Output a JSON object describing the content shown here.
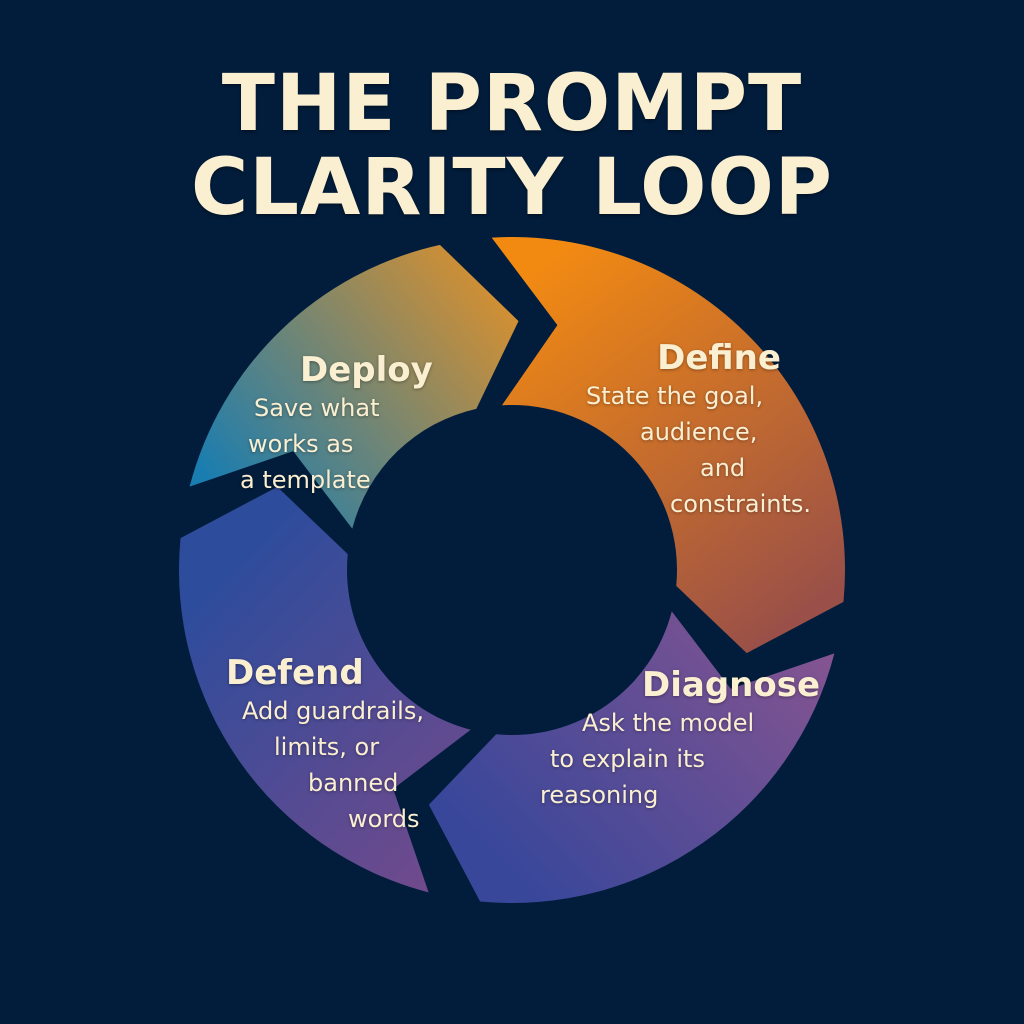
{
  "title": {
    "line1": "THE PROMPT",
    "line2": "CLARITY LOOP"
  },
  "colors": {
    "background": "#021d3b",
    "text": "#fbefd2"
  },
  "steps": [
    {
      "name": "Define",
      "description_lines": [
        "State the goal,",
        "audience,",
        "and",
        "constraints."
      ],
      "gradient": [
        "#f28a12",
        "#9a5048"
      ]
    },
    {
      "name": "Diagnose",
      "description_lines": [
        "Ask the model",
        "to explain its",
        "reasoning"
      ],
      "gradient": [
        "#8a5590",
        "#39479a"
      ]
    },
    {
      "name": "Defend",
      "description_lines": [
        "Add guardrails,",
        "limits, or",
        "banned",
        "words"
      ],
      "gradient": [
        "#2e4c9c",
        "#7a4a8a"
      ]
    },
    {
      "name": "Deploy",
      "description_lines": [
        "Save what",
        "works as",
        "a template"
      ],
      "gradient": [
        "#1a7db0",
        "#d9902e"
      ]
    }
  ]
}
